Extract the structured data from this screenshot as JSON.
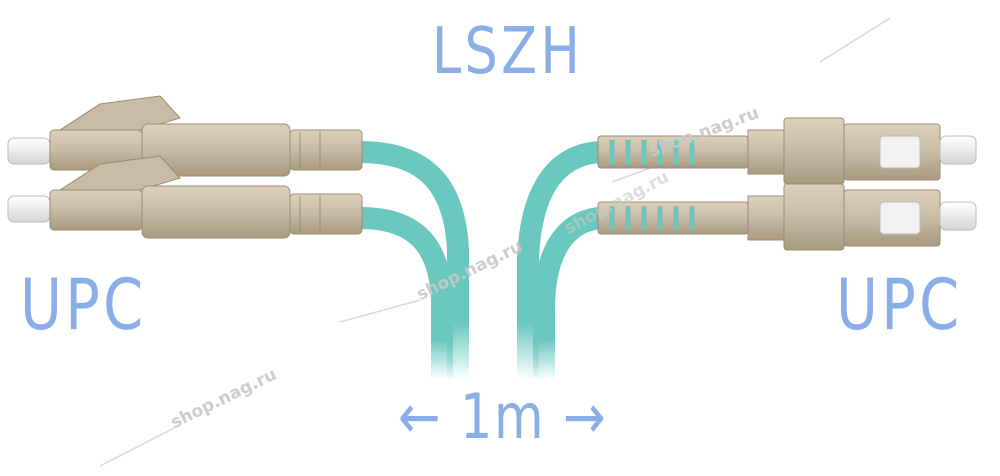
{
  "title": "LSZH",
  "left_label": "UPC",
  "right_label": "UPC",
  "length_label": "← 1m →",
  "watermark": "shop.nag.ru",
  "colors": {
    "text_accent": "#8aaee8",
    "cable": "#6ac8bf",
    "connector_body": "#c9bba5",
    "connector_shadow": "#a89980",
    "ferrule": "#eeeeee",
    "watermark": "#c8c8c8"
  }
}
